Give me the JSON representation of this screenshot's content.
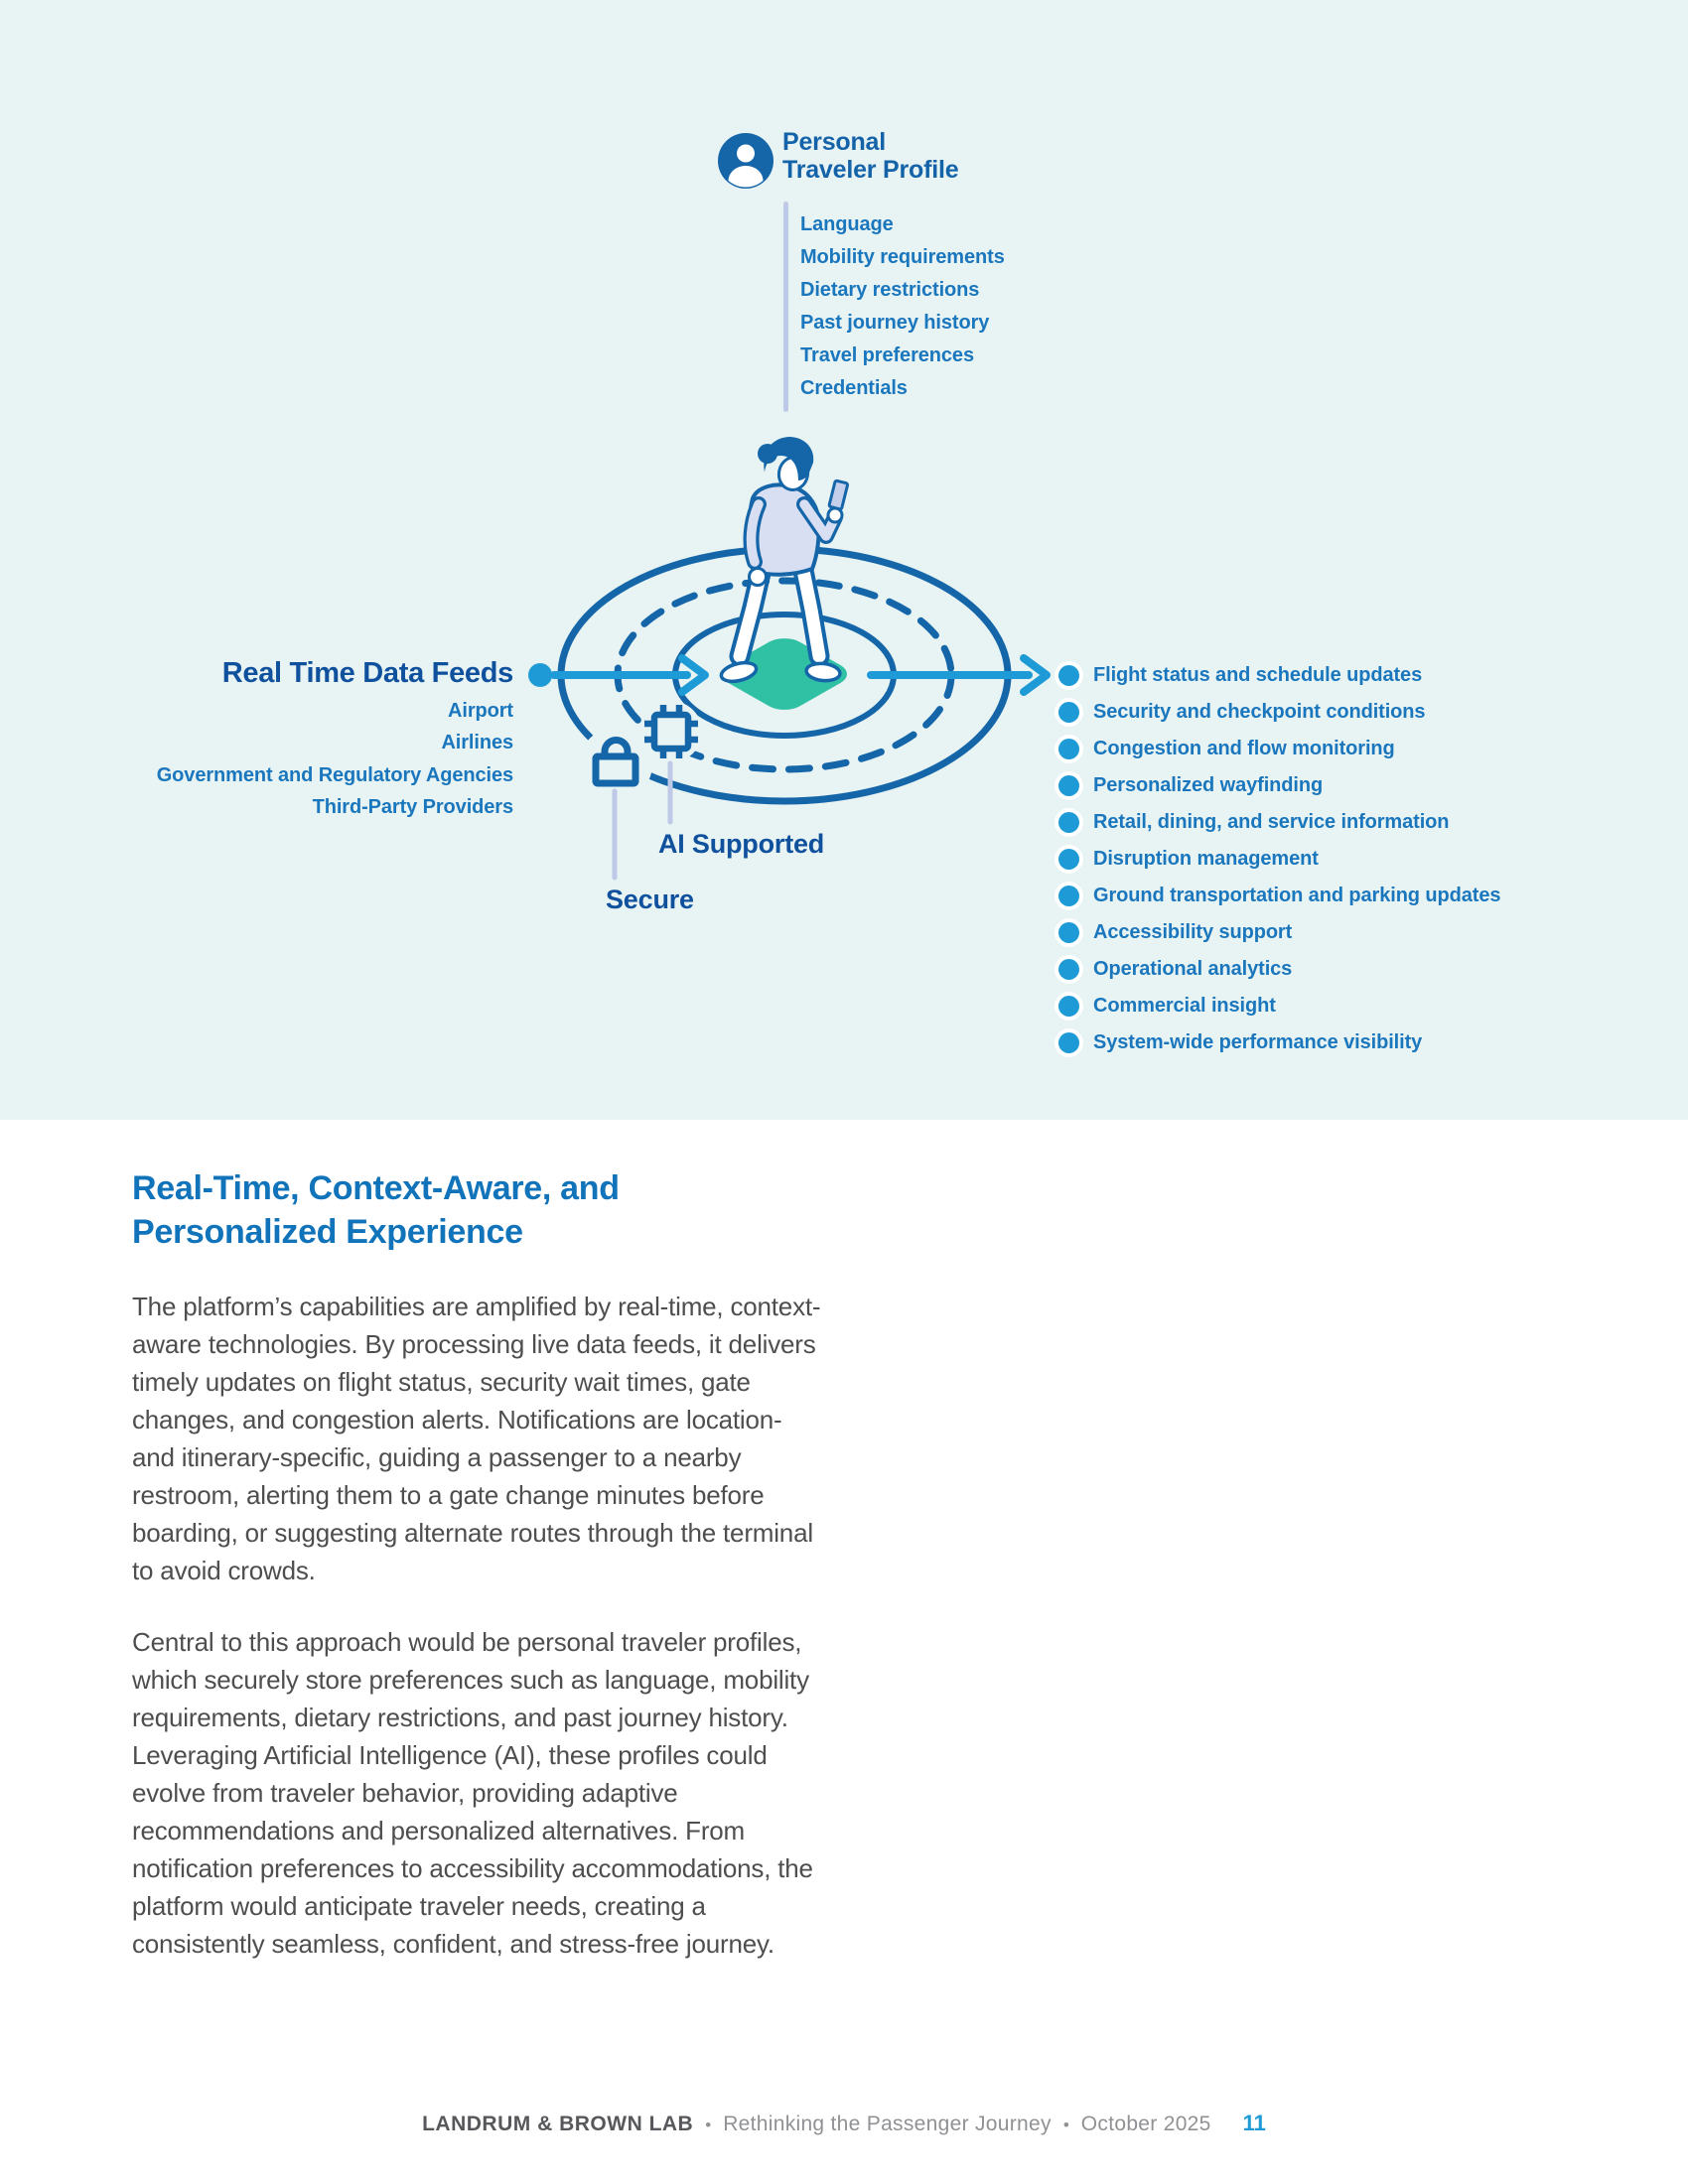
{
  "colors": {
    "band_bg": "#e8f3f3",
    "deep_blue": "#1565a9",
    "navy_label": "#10519e",
    "list_blue": "#1b77bd",
    "cyan_accent": "#1e9bd7",
    "teal_diamond": "#30c1a5",
    "lavender_line": "#bdc9e6",
    "heading_blue": "#1173b9",
    "body_text": "#4e4e4e",
    "footer_dark": "#57585b",
    "footer_gray": "#8f9194"
  },
  "diagram": {
    "profile": {
      "icon": "person-icon",
      "title_line1": "Personal",
      "title_line2": "Traveler Profile",
      "items": [
        "Language",
        "Mobility requirements",
        "Dietary restrictions",
        "Past journey history",
        "Travel preferences",
        "Credentials"
      ]
    },
    "inputs": {
      "title": "Real Time Data Feeds",
      "items": [
        "Airport",
        "Airlines",
        "Government and Regulatory Agencies",
        "Third-Party Providers"
      ]
    },
    "outputs": {
      "items": [
        "Flight status and schedule updates",
        "Security and checkpoint conditions",
        "Congestion and flow monitoring",
        "Personalized wayfinding",
        "Retail, dining, and service information",
        "Disruption management",
        "Ground transportation and parking updates",
        "Accessibility support",
        "Operational analytics",
        "Commercial insight",
        "System-wide performance visibility"
      ]
    },
    "badges": {
      "ai": "AI Supported",
      "secure": "Secure"
    }
  },
  "article": {
    "heading_line1": "Real-Time, Context-Aware, and",
    "heading_line2": "Personalized Experience",
    "paragraphs": [
      "The platform’s capabilities are amplified by real-time, context-aware technologies. By processing live data feeds, it delivers timely updates on flight status, security wait times, gate changes, and congestion alerts. Notifications are location- and itinerary-specific, guiding a passenger to a nearby restroom, alerting them to a gate change minutes before boarding, or suggesting alternate routes through the terminal to avoid crowds.",
      "Central to this approach would be personal traveler profiles, which securely store preferences such as language, mobility requirements, dietary restrictions, and past journey history. Leveraging Artificial Intelligence (AI), these profiles could evolve from traveler behavior, providing adaptive recommendations and personalized alternatives. From notification preferences to accessibility accommodations, the platform would anticipate traveler needs, creating a consistently seamless, confident, and stress-free journey."
    ]
  },
  "footer": {
    "brand": "LANDRUM & BROWN LAB",
    "separator": "•",
    "doc_title": "Rethinking the Passenger Journey",
    "date": "October 2025",
    "page_number": "11"
  }
}
